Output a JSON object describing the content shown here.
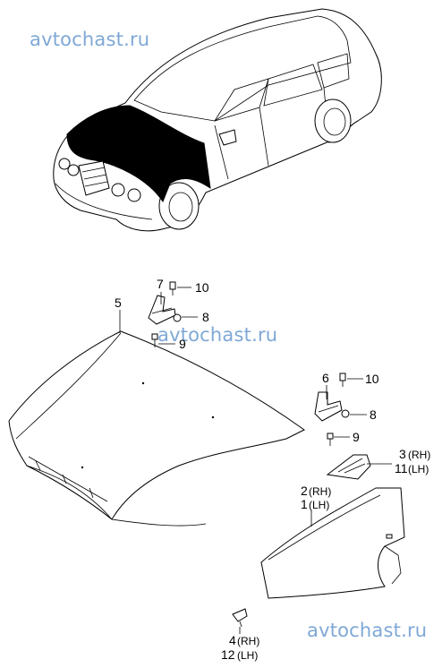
{
  "watermarks": [
    "avtochast.ru",
    "avtochast.ru",
    "avtochast.ru"
  ],
  "callouts": {
    "c7": "7",
    "c10a": "10",
    "c8a": "8",
    "c9a": "9",
    "c5": "5",
    "c6": "6",
    "c10b": "10",
    "c8b": "8",
    "c9b": "9",
    "c3": "3",
    "c3s": "(RH)",
    "c11": "11",
    "c11s": "(LH)",
    "c2": "2",
    "c2s": "(RH)",
    "c1": "1",
    "c1s": "(LH)",
    "c4": "4",
    "c4s": "(RH)",
    "c12": "12",
    "c12s": "(LH)"
  },
  "colors": {
    "watermark": "#7fa8d6",
    "line": "#000000",
    "hood_highlight": "#000000"
  }
}
